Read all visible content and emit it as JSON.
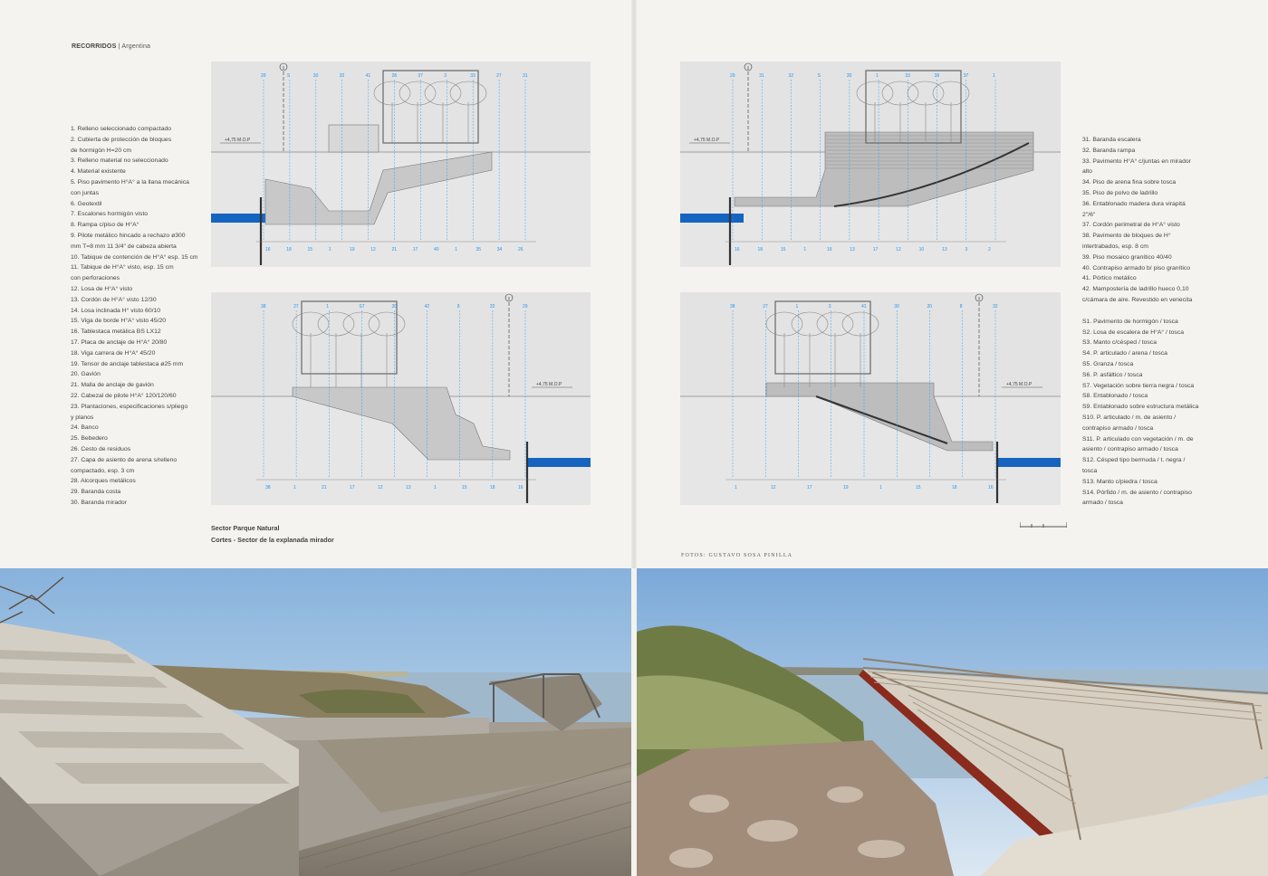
{
  "header": {
    "section": "RECORRIDOS",
    "country": "Argentina"
  },
  "legend_left": [
    "1. Relleno seleccionado compactado",
    "2. Cubierta de protección de bloques",
    "de hormigón H=20 cm",
    "3. Relleno material no seleccionado",
    "4. Material existente",
    "5. Piso pavimento H°A° a la llana mecánica",
    "con juntas",
    "6. Geotextil",
    "7. Escalones hormigón visto",
    "8. Rampa c/piso de H°A°",
    "9. Pilote metálico hincado a rechazo ø300",
    "mm T=8 mm 11 3/4\" de cabeza abierta",
    "10. Tabique de contención de H°A° esp. 15 cm",
    "11. Tabique de H°A° visto, esp. 15 cm",
    "con perforaciones",
    "12. Losa de H°A° visto",
    "13. Cordón de H°A° visto 12/30",
    "14. Losa inclinada H° visto 60/10",
    "15. Viga de borde H°A° visto 45/20",
    "16. Tablestaca metálica BS LX12",
    "17. Placa de anclaje de H°A° 20/80",
    "18. Viga carrera de H°A° 45/20",
    "19. Tensor de anclaje tablestaca ø25 mm",
    "20. Gavión",
    "21. Malla de anclaje de gavión",
    "22. Cabezal de pilote H°A° 120/120/60",
    "23. Plantaciones, especificaciones s/pliego",
    "y planos",
    "24. Banco",
    "25. Bebedero",
    "26. Cesto de residuos",
    "27. Capa de asiento de arena s/relleno",
    "compactado, esp. 3 cm",
    "28. Alcorques metálicos",
    "29. Baranda costa",
    "30. Baranda mirador"
  ],
  "legend_right_a": [
    "31. Baranda escalera",
    "32. Baranda rampa",
    "33. Pavimento H°A° c/juntas en mirador",
    "alto",
    "34. Piso de arena fina sobre tosca",
    "35. Piso de polvo de ladrillo",
    "36. Entablonado madera dura virapitá",
    "2\"/6\"",
    "37. Cordón perimetral de H°A° visto",
    "38. Pavimento de bloques de H°",
    "intertrabados, esp. 8 cm",
    "39. Piso mosaico granítico 40/40",
    "40. Contrapiso armado b/ piso granítico",
    "41. Pórtico metálico",
    "42. Mampostería de ladrillo hueco 0,10",
    "c/cámara de aire. Revestido en venecita"
  ],
  "legend_right_b": [
    "S1. Pavimento de hormigón / tosca",
    "S2. Losa de escalera de H°A° / tosca",
    "S3. Manto c/césped / tosca",
    "S4. P. articulado / arena / tosca",
    "S5. Granza / tosca",
    "S6. P. asfáltico / tosca",
    "S7. Vegetación sobre tierra negra / tosca",
    "S8. Entablonado / tosca",
    "S9. Entablonado sobre estructura metálica",
    "S10. P. articulado / m. de asiento /",
    "contrapiso armado / tosca",
    "S11. P. articulado con vegetación / m. de",
    "asiento / contrapiso armado / tosca",
    "S12. Césped tipo bermuda / t. negra /",
    "tosca",
    "S13. Manto c/piedra / tosca",
    "S14. Pórfido / m. de asiento / contrapiso",
    "armado / tosca"
  ],
  "caption": {
    "line1": "Sector Parque Natural",
    "line2": "Cortes - Sector de la explanada mirador"
  },
  "credit": "FOTOS: GUSTAVO SOSA PINILLA",
  "drawings": {
    "level_label": "+4,75 M.O.P",
    "top_left_numbers": [
      "29",
      "S",
      "30",
      "32",
      "41",
      "28",
      "37",
      "3",
      "33",
      "27",
      "31"
    ],
    "top_right_numbers": [
      "29",
      "31",
      "32",
      "S",
      "30",
      "1",
      "33",
      "38",
      "37",
      "1"
    ],
    "bottom_left_numbers": [
      "38",
      "27",
      "1",
      "S7",
      "30",
      "42",
      "8",
      "32",
      "29"
    ],
    "bottom_right_numbers": [
      "38",
      "27",
      "1",
      "3",
      "41",
      "30",
      "20",
      "8",
      "32"
    ],
    "base_numbers_a": [
      "16",
      "18",
      "15",
      "1",
      "19",
      "12",
      "21",
      "17",
      "40",
      "1",
      "35",
      "34",
      "26"
    ],
    "base_numbers_b": [
      "16",
      "18",
      "15",
      "1",
      "19",
      "13",
      "17",
      "12",
      "10",
      "13",
      "3",
      "2"
    ],
    "base_numbers_c": [
      "38",
      "1",
      "21",
      "17",
      "12",
      "13",
      "1",
      "15",
      "18",
      "16"
    ],
    "base_numbers_d": [
      "1",
      "12",
      "17",
      "19",
      "1",
      "15",
      "18",
      "16"
    ]
  },
  "colors": {
    "water": "#1565c0",
    "dimension_lines": "#2196f3",
    "drawing_bg": "#e3e3e3",
    "sky": "#a9c8e6"
  }
}
